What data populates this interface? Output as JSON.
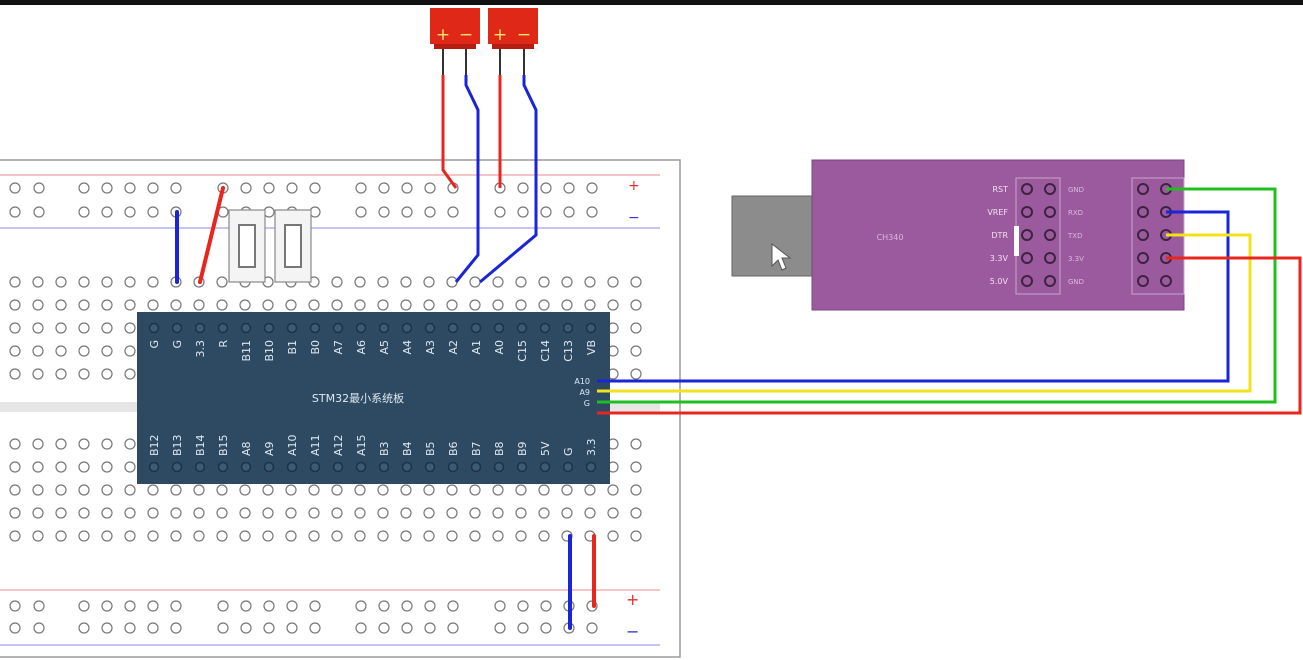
{
  "battery_left": {
    "plus": "+",
    "minus": "−"
  },
  "battery_right": {
    "plus": "+",
    "minus": "−"
  },
  "rail_symbols": {
    "plus": "+",
    "minus": "−"
  },
  "mcu": {
    "title": "STM32最小系统板",
    "top_pins": [
      "G",
      "G",
      "3.3",
      "R",
      "B11",
      "B10",
      "B1",
      "B0",
      "A7",
      "A6",
      "A5",
      "A4",
      "A3",
      "A2",
      "A1",
      "A0",
      "C15",
      "C14",
      "C13",
      "VB"
    ],
    "bottom_pins": [
      "B12",
      "B13",
      "B14",
      "B15",
      "A8",
      "A9",
      "A10",
      "A11",
      "A12",
      "A15",
      "B3",
      "B4",
      "B5",
      "B6",
      "B7",
      "B8",
      "B9",
      "5V",
      "G",
      "3.3"
    ],
    "right_pins": [
      "A10",
      "A9",
      "G"
    ]
  },
  "usb_serial": {
    "left_labels": [
      "RST",
      "VREF",
      "DTR",
      "3.3V",
      "5.0V"
    ],
    "right_labels": [
      "GND",
      "RXD",
      "TXD",
      "3.3V",
      "GND"
    ],
    "center_label": "CH340"
  },
  "colors": {
    "wire_blue": "#1a24d8",
    "wire_red": "#e8261d",
    "wire_green": "#1fbf1f",
    "wire_yellow": "#f2e21a",
    "board": "#2e4a63",
    "module": "#9b5a9e",
    "battery": "#e02818"
  }
}
